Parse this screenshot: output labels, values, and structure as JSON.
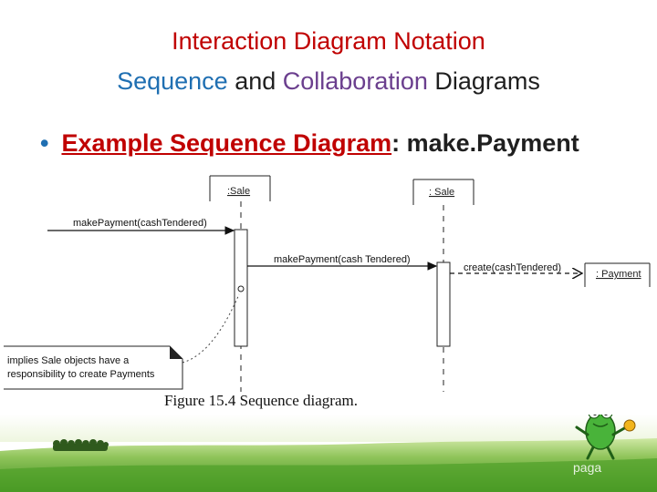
{
  "slide": {
    "title": "Interaction Diagram Notation",
    "subtitle": {
      "word1": "Sequence",
      "word2": " and ",
      "word3": "Collaboration",
      "word4": " Diagrams"
    },
    "bullet": {
      "link_text": "Example Sequence Diagram",
      "rest": ": make.Payment"
    },
    "page_number": "paga"
  },
  "diagram": {
    "lifelines": [
      ":Sale",
      ": Sale",
      ": Payment"
    ],
    "messages": [
      "makePayment(cashTendered)",
      "makePayment(cash Tendered)",
      "create(cashTendered)"
    ],
    "note": {
      "line1": "implies Sale objects have a",
      "line2": "responsibility to create Payments"
    },
    "caption": "Figure 15.4 Sequence diagram."
  },
  "colors": {
    "title": "#c00000",
    "accent_blue": "#1f6fb2",
    "accent_purple": "#6b3f8e",
    "grass": "#3f8f1e"
  },
  "icons": [
    "frog-mascot-icon",
    "grass-footer"
  ]
}
